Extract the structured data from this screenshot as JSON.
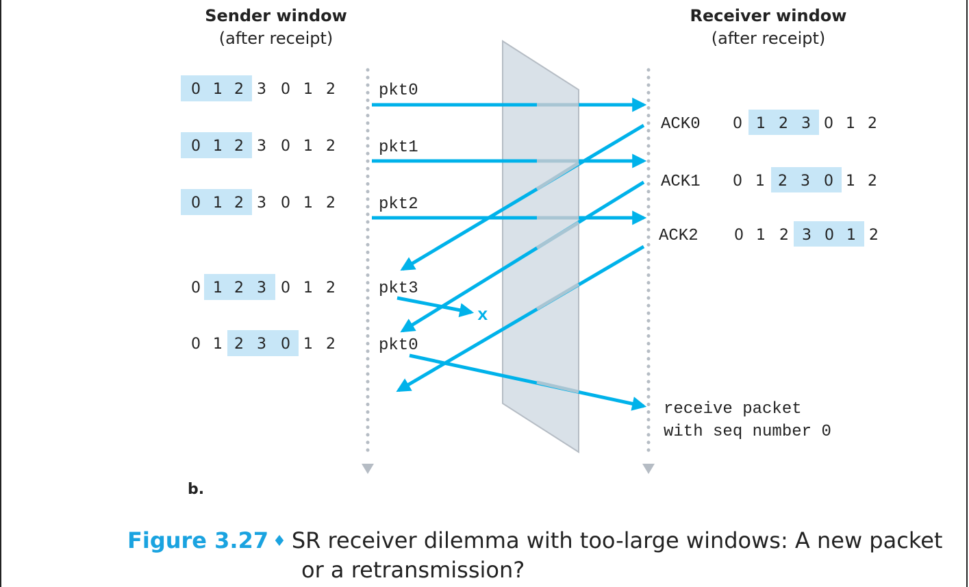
{
  "colors": {
    "accent": "#00b2ea",
    "highlight": "#c7e6f7",
    "divider": "#b5bcc4",
    "divider_fill": "#d9e1e8"
  },
  "headers": {
    "sender_title": "Sender window",
    "sender_sub": "(after receipt)",
    "receiver_title": "Receiver window",
    "receiver_sub": "(after receipt)"
  },
  "sender_windows": [
    {
      "digits": [
        "0",
        "1",
        "2",
        "3",
        "0",
        "1",
        "2"
      ],
      "highlight_start": 0,
      "highlight_len": 3,
      "label": "pkt0"
    },
    {
      "digits": [
        "0",
        "1",
        "2",
        "3",
        "0",
        "1",
        "2"
      ],
      "highlight_start": 0,
      "highlight_len": 3,
      "label": "pkt1"
    },
    {
      "digits": [
        "0",
        "1",
        "2",
        "3",
        "0",
        "1",
        "2"
      ],
      "highlight_start": 0,
      "highlight_len": 3,
      "label": "pkt2"
    },
    {
      "digits": [
        "0",
        "1",
        "2",
        "3",
        "0",
        "1",
        "2"
      ],
      "highlight_start": 1,
      "highlight_len": 3,
      "label": "pkt3"
    },
    {
      "digits": [
        "0",
        "1",
        "2",
        "3",
        "0",
        "1",
        "2"
      ],
      "highlight_start": 2,
      "highlight_len": 3,
      "label": "pkt0"
    }
  ],
  "receiver_windows": [
    {
      "label": "ACK0",
      "digits": [
        "0",
        "1",
        "2",
        "3",
        "0",
        "1",
        "2"
      ],
      "highlight_start": 1,
      "highlight_len": 3
    },
    {
      "label": "ACK1",
      "digits": [
        "0",
        "1",
        "2",
        "3",
        "0",
        "1",
        "2"
      ],
      "highlight_start": 2,
      "highlight_len": 3
    },
    {
      "label": "ACK2",
      "digits": [
        "0",
        "1",
        "2",
        "3",
        "0",
        "1",
        "2"
      ],
      "highlight_start": 3,
      "highlight_len": 3
    }
  ],
  "lost_marker": "x",
  "receive_note": [
    "receive packet",
    "with seq number 0"
  ],
  "part_label": "b.",
  "caption": {
    "number": "Figure 3.27",
    "separator": "♦",
    "line1": "SR receiver dilemma with too-large windows: A new packet",
    "line2": "or a retransmission?"
  }
}
